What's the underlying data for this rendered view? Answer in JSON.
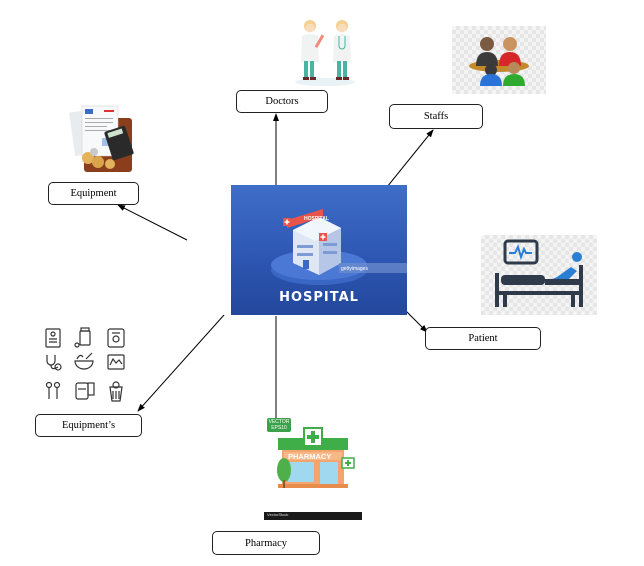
{
  "diagram": {
    "center": {
      "label": "HOSPITAL",
      "sign_text": "HOSPITAL",
      "watermark": "gettyimages",
      "image": "hospital-building-icon",
      "colors": {
        "background": "#2f5cb8",
        "text": "#ffffff",
        "sign": "#e8544a"
      }
    },
    "nodes": [
      {
        "id": "doctors",
        "label": "Doctors",
        "image": "doctors-illustration"
      },
      {
        "id": "staffs",
        "label": "Staffs",
        "image": "staff-meeting-icon"
      },
      {
        "id": "equipment",
        "label": "Equipment",
        "image": "documents-calculator-icon"
      },
      {
        "id": "patient",
        "label": "Patient",
        "image": "patient-bed-monitor-icon"
      },
      {
        "id": "equipments",
        "label": "Equipment’s",
        "image": "medical-equipment-icon-grid"
      },
      {
        "id": "pharmacy",
        "label": "Pharmacy",
        "image": "pharmacy-store-icon"
      }
    ],
    "edges": [
      {
        "from": "center",
        "to": "doctors"
      },
      {
        "from": "center",
        "to": "staffs"
      },
      {
        "from": "center",
        "to": "equipment"
      },
      {
        "from": "center",
        "to": "patient"
      },
      {
        "from": "center",
        "to": "equipments"
      },
      {
        "from": "center",
        "to": "pharmacy"
      }
    ],
    "pharmacy_image": {
      "sign_text": "PHARMACY",
      "badge_text": "VECTOR EPS10",
      "footer_brand": "VectorStock",
      "colors": {
        "roof": "#3fae49",
        "wall": "#f3a56d",
        "window": "#9fd8ef"
      }
    },
    "arrow_color": "#000000"
  }
}
